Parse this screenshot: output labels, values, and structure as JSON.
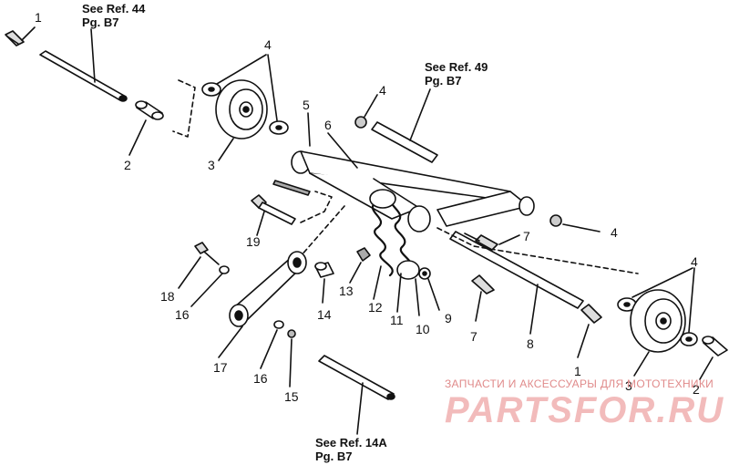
{
  "callouts": {
    "c1a": "1",
    "c1b": "1",
    "c2a": "2",
    "c2b": "2",
    "c3a": "3",
    "c3b": "3",
    "c4a": "4",
    "c4b": "4",
    "c4c": "4",
    "c4d": "4",
    "c5": "5",
    "c6": "6",
    "c7a": "7",
    "c7b": "7",
    "c8": "8",
    "c9": "9",
    "c10": "10",
    "c11": "11",
    "c12": "12",
    "c13": "13",
    "c14": "14",
    "c15": "15",
    "c16a": "16",
    "c16b": "16",
    "c17": "17",
    "c18": "18",
    "c19": "19"
  },
  "references": {
    "ref44_line1": "See Ref. 44",
    "ref44_line2": "Pg. B7",
    "ref49_line1": "See Ref. 49",
    "ref49_line2": "Pg. B7",
    "ref14a_line1": "See Ref. 14A",
    "ref14a_line2": "Pg. B7"
  },
  "watermark": {
    "caption": "ЗАПЧАСТИ И АКСЕССУАРЫ ДЛЯ МОТОТЕХНИКИ",
    "brand": "PARTSFOR.RU",
    "caption_color": "#e08a8a",
    "brand_color": "#f0b0b0"
  }
}
